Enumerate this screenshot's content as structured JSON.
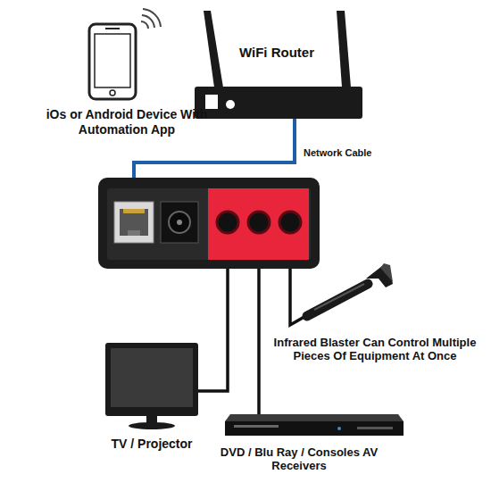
{
  "diagram": {
    "nodes": [
      {
        "text": [
          "iOs or Android Device With Automation App"
        ]
      },
      {
        "text": [
          "WiFi Router"
        ]
      },
      {
        "text": [
          "Infrared Blaster Can Control Multiple Pieces Of Equipment At Once"
        ]
      },
      {
        "text": [
          "TV / Projector"
        ]
      },
      {
        "text": [
          "DVD / Blu Ray / Consoles AV Receivers"
        ]
      }
    ],
    "labels": [
      "Network Cable"
    ]
  }
}
